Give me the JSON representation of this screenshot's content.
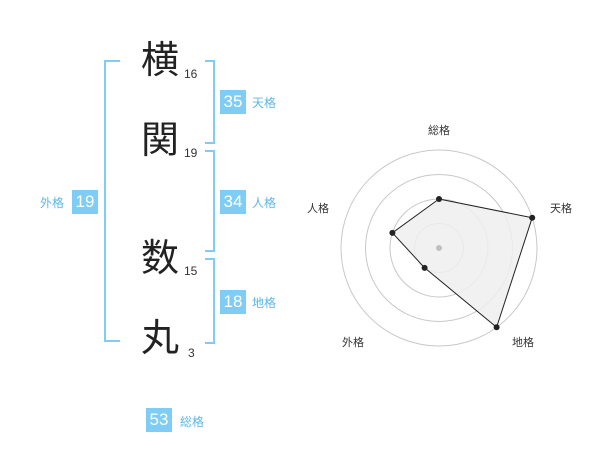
{
  "name": {
    "chars": [
      {
        "char": "横",
        "strokes": "16"
      },
      {
        "char": "関",
        "strokes": "19"
      },
      {
        "char": "数",
        "strokes": "15"
      },
      {
        "char": "丸",
        "strokes": "3"
      }
    ]
  },
  "scores": {
    "tenkaku": {
      "value": "35",
      "label": "天格"
    },
    "jinkaku": {
      "value": "34",
      "label": "人格"
    },
    "chikaku": {
      "value": "18",
      "label": "地格"
    },
    "gaikaku": {
      "value": "19",
      "label": "外格"
    },
    "soukaku": {
      "value": "53",
      "label": "総格"
    }
  },
  "colors": {
    "accent": "#7fcdf5",
    "accent_text": "#5db8e8",
    "radar_fill": "#eeeeee",
    "radar_line": "#222222",
    "grid": "#c8c8c8"
  },
  "chart_data": {
    "type": "radar",
    "axes": [
      "総格",
      "天格",
      "地格",
      "外格",
      "人格"
    ],
    "rings": 4,
    "max": 4,
    "values": [
      2,
      4,
      4,
      1,
      2
    ]
  }
}
